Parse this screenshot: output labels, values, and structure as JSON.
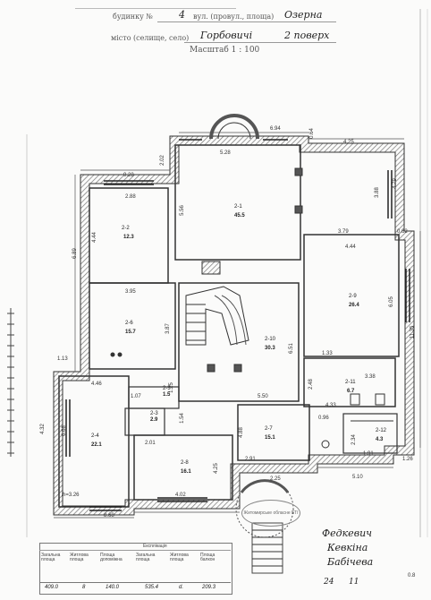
{
  "header": {
    "line1_prefix": "будинку №",
    "line1_street": "вул. (провул., площа)",
    "line1_value": "Озерна",
    "building_no": "4",
    "line2_prefix": "місто (селище, село)",
    "line2_value": "Горбовичі",
    "floor": "2 поверх",
    "scale": "Масштаб 1 : 100"
  },
  "rooms": [
    {
      "id": "2-1",
      "area": "45.5"
    },
    {
      "id": "2-2",
      "area": "12.3"
    },
    {
      "id": "2-3",
      "area": "2.9"
    },
    {
      "id": "2-4",
      "area": "22.1"
    },
    {
      "id": "2-5",
      "area": "1.5"
    },
    {
      "id": "2-6",
      "area": "15.7"
    },
    {
      "id": "2-7",
      "area": "15.1"
    },
    {
      "id": "2-8",
      "area": "16.1"
    },
    {
      "id": "2-9",
      "area": "26.4"
    },
    {
      "id": "2-10",
      "area": "30.3"
    },
    {
      "id": "2-11",
      "area": "6.7"
    },
    {
      "id": "2-12",
      "area": "4.3"
    }
  ],
  "dimensions": [
    "6.94",
    "0.64",
    "4.25",
    "2.02",
    "5.28",
    "9.28",
    "2.88",
    "5.56",
    "3.88",
    "4.79",
    "4.44",
    "3.79",
    "0.62",
    "3.95",
    "4.44",
    "6.89",
    "4.44",
    "6.05",
    "3.87",
    "6.51",
    "11.35",
    "1.13",
    "4.46",
    "1.33",
    "2.48",
    "3.38",
    "4.32",
    "6.68",
    "1.07",
    "1.25",
    "4.33",
    "0.96",
    "2.01",
    "1.54",
    "5.50",
    "4.88",
    "2.34",
    "1.91",
    "1.26",
    "2.91",
    "2.25",
    "5.10",
    "h=3.26",
    "4.02",
    "8.68",
    "4.25"
  ],
  "stamp": {
    "text": "Житомирське обласне БТІ"
  },
  "signature": {
    "line1": "Федкевич",
    "line2": "Кевкіна",
    "line3": "Бабічева"
  },
  "footer": {
    "date": "24",
    "page": "11",
    "corner": "0.8"
  },
  "table": {
    "title": "Експлікація",
    "headers": [
      "Загальна площа",
      "Житлова площа",
      "Площа допоміжна",
      "Загальна площа",
      "Житлова площа",
      "Площа балкон"
    ],
    "values": [
      "409.0",
      "8",
      "140.0",
      "535.4",
      "d.",
      "209.3"
    ]
  }
}
